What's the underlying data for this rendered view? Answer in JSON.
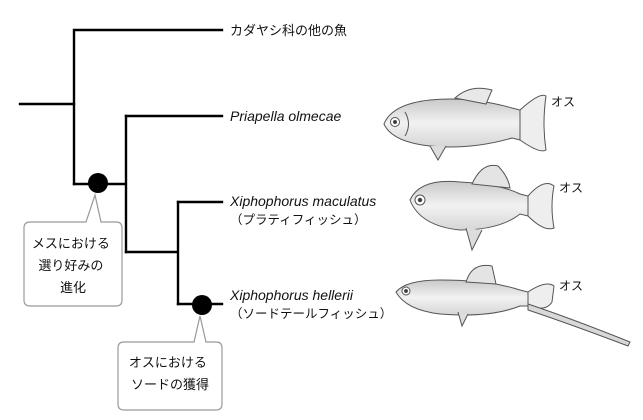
{
  "tree": {
    "taxa": [
      {
        "name": "カダヤシ科の他の魚",
        "common": "",
        "sex": ""
      },
      {
        "name": "Priapella olmecae",
        "common": "",
        "sex": "オス"
      },
      {
        "name": "Xiphophorus maculatus",
        "common": "（プラティフィッシュ）",
        "sex": "オス"
      },
      {
        "name": "Xiphophorus hellerii",
        "common": "（ソードテールフィッシュ）",
        "sex": "オス"
      }
    ],
    "events": [
      {
        "lines": [
          "メスにおける",
          "選り好みの",
          "進化"
        ]
      },
      {
        "lines": [
          "オスにおける",
          "ソードの獲得"
        ]
      }
    ]
  }
}
